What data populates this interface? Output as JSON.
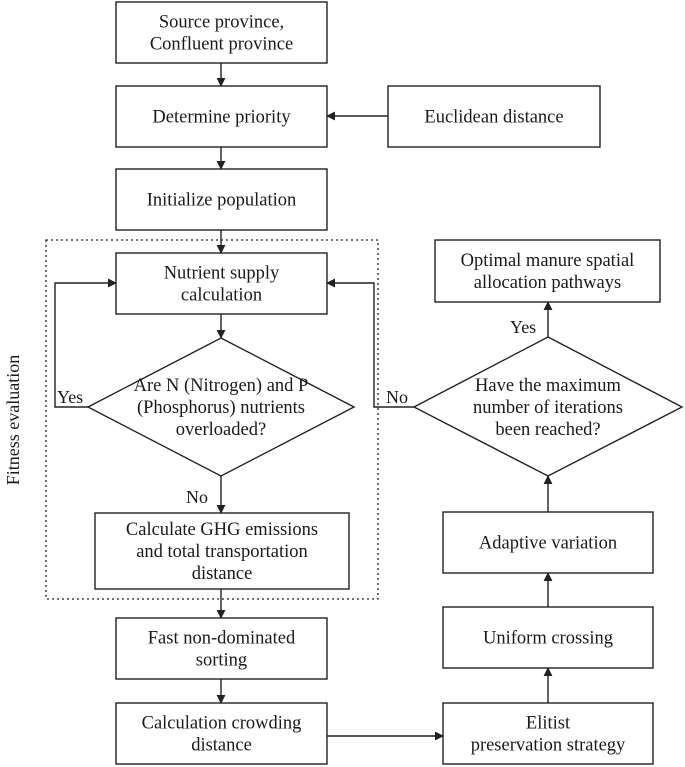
{
  "nodes": {
    "source_province": {
      "lines": [
        "Source province,",
        "Confluent province"
      ]
    },
    "determine_priority": {
      "lines": [
        "Determine priority"
      ]
    },
    "euclidean_distance": {
      "lines": [
        "Euclidean distance"
      ]
    },
    "initialize_population": {
      "lines": [
        "Initialize population"
      ]
    },
    "nutrient_supply": {
      "lines": [
        "Nutrient supply",
        "calculation"
      ]
    },
    "nutrients_overloaded": {
      "lines": [
        "Are N (Nitrogen) and P",
        "(Phosphorus) nutrients",
        "overloaded?"
      ]
    },
    "calculate_ghg": {
      "lines": [
        "Calculate GHG emissions",
        "and total transportation",
        "distance"
      ]
    },
    "fast_sorting": {
      "lines": [
        "Fast non-dominated",
        "sorting"
      ]
    },
    "crowding_distance": {
      "lines": [
        "Calculation crowding",
        "distance"
      ]
    },
    "elitist_strategy": {
      "lines": [
        "Elitist",
        "preservation strategy"
      ]
    },
    "uniform_crossing": {
      "lines": [
        "Uniform crossing"
      ]
    },
    "adaptive_variation": {
      "lines": [
        "Adaptive variation"
      ]
    },
    "max_iterations": {
      "lines": [
        "Have the maximum",
        "number of iterations",
        "been reached?"
      ]
    },
    "optimal_pathways": {
      "lines": [
        "Optimal manure spatial",
        "allocation pathways"
      ]
    }
  },
  "edge_labels": {
    "yes_left": "Yes",
    "no_down": "No",
    "no_right": "No",
    "yes_up": "Yes"
  },
  "group_label": "Fitness evaluation"
}
